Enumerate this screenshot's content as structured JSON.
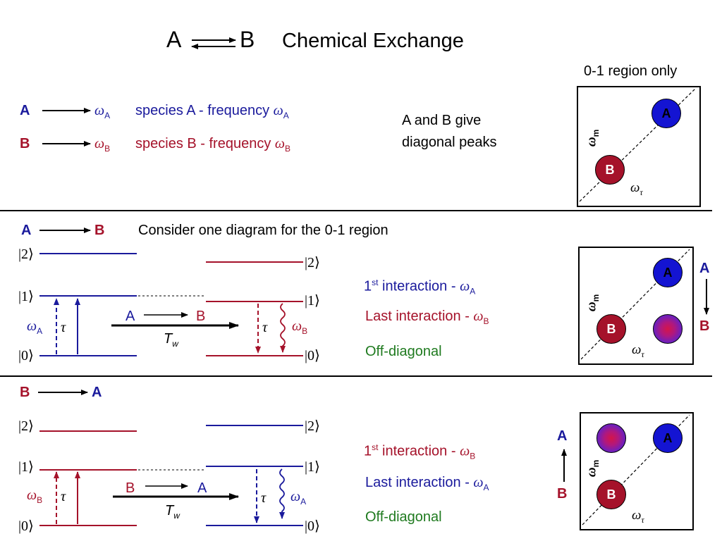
{
  "title": {
    "a": "A",
    "b": "B",
    "text": "Chemical Exchange"
  },
  "top": {
    "region_label": "0-1 region only",
    "row_a": {
      "species": "A",
      "omega": "ω",
      "sub": "A",
      "desc": "species A - frequency ",
      "desc_omega": "ω",
      "desc_sub": "A"
    },
    "row_b": {
      "species": "B",
      "omega": "ω",
      "sub": "B",
      "desc": "species B - frequency ",
      "desc_omega": "ω",
      "desc_sub": "B"
    },
    "note_line1": "A and B give",
    "note_line2": "diagonal peaks",
    "plot": {
      "peak_a": "A",
      "peak_b": "B",
      "axis_m": "ω",
      "axis_m_sub": "m",
      "axis_tau": "ω",
      "axis_tau_sub": "τ"
    }
  },
  "middle": {
    "header_from": "A",
    "header_to": "B",
    "description": "Consider one diagram for the 0-1 region",
    "kets": {
      "k2": "|2⟩",
      "k1": "|1⟩",
      "k0": "|0⟩"
    },
    "exchange_from": "A",
    "exchange_to": "B",
    "tw": "T",
    "tw_sub": "w",
    "omega_left": "ω",
    "omega_left_sub": "A",
    "tau": "τ",
    "omega_right": "ω",
    "omega_right_sub": "B",
    "first_pre": "1",
    "first_sup": "st",
    "first_text": " interaction - ",
    "first_omega": "ω",
    "first_sub": "A",
    "last_text": "Last interaction - ",
    "last_omega": "ω",
    "last_sub": "B",
    "off_diag": "Off-diagonal",
    "plot": {
      "peak_a": "A",
      "peak_b": "B",
      "axis_m": "ω",
      "axis_m_sub": "m",
      "axis_tau": "ω",
      "axis_tau_sub": "τ",
      "arrow_top": "A",
      "arrow_bottom": "B"
    }
  },
  "bottom": {
    "header_from": "B",
    "header_to": "A",
    "kets": {
      "k2": "|2⟩",
      "k1": "|1⟩",
      "k0": "|0⟩"
    },
    "exchange_from": "B",
    "exchange_to": "A",
    "tw": "T",
    "tw_sub": "w",
    "omega_left": "ω",
    "omega_left_sub": "B",
    "tau": "τ",
    "omega_right": "ω",
    "omega_right_sub": "A",
    "first_pre": "1",
    "first_sup": "st",
    "first_text": " interaction - ",
    "first_omega": "ω",
    "first_sub": "B",
    "last_text": "Last interaction - ",
    "last_omega": "ω",
    "last_sub": "A",
    "off_diag": "Off-diagonal",
    "plot": {
      "peak_a": "A",
      "peak_b": "B",
      "axis_m": "ω",
      "axis_m_sub": "m",
      "axis_tau": "ω",
      "axis_tau_sub": "τ",
      "arrow_top": "A",
      "arrow_bottom": "B"
    }
  },
  "colors": {
    "blue": "#1a1a9c",
    "red": "#a5122a",
    "green": "#1f7a1f",
    "circle_blue": "#1414d2"
  }
}
